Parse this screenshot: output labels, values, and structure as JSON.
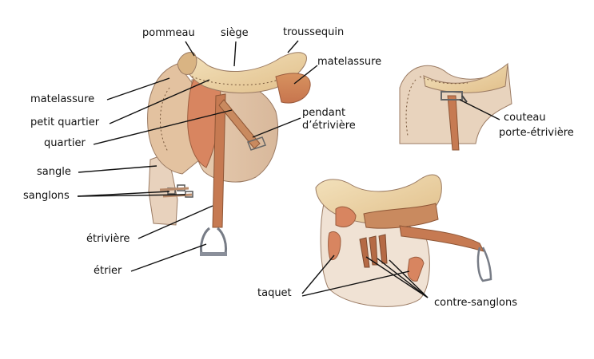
{
  "labels": {
    "pommeau": "pommeau",
    "siege": "siège",
    "troussequin": "troussequin",
    "matelassure_right": "matelassure",
    "matelassure_left": "matelassure",
    "petit_quartier": "petit quartier",
    "quartier": "quartier",
    "pendant_line1": "pendant",
    "pendant_line2": "d’étrivière",
    "sangle": "sangle",
    "sanglons": "sanglons",
    "etriviere": "étrivière",
    "etrier": "étrier",
    "couteau_line1": "couteau",
    "couteau_line2": "porte-étrivière",
    "taquet": "taquet",
    "contre_sanglons": "contre-sanglons"
  },
  "colors": {
    "leather_light": "#ecd9b4",
    "leather_tan": "#d9b483",
    "leather_brown": "#c98a5f",
    "leather_dark": "#b5683f",
    "flap_orange": "#d78462",
    "metal": "#8a8f9a",
    "outline": "#7a5a3e",
    "leader": "#111111"
  }
}
